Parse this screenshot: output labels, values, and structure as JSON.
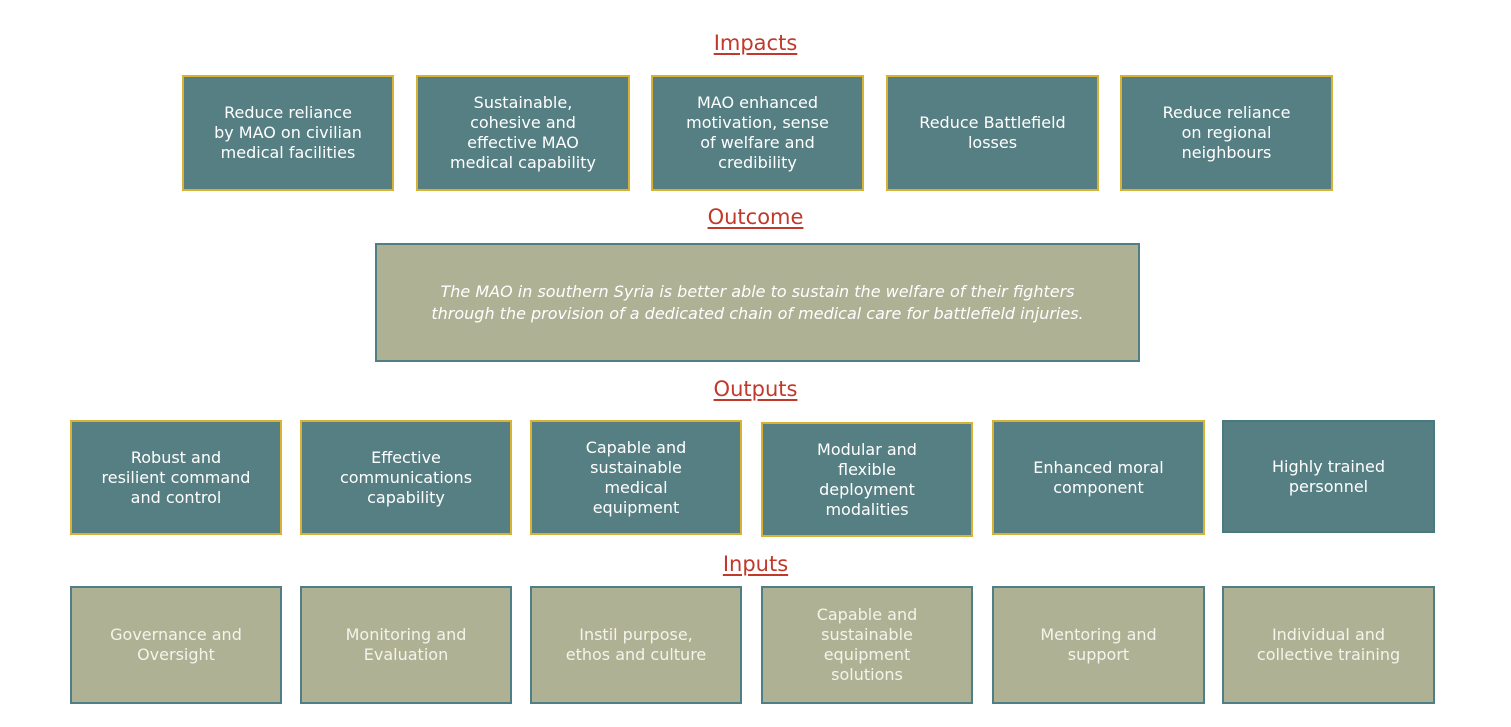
{
  "headings": {
    "impacts": "Impacts",
    "outcome": "Outcome",
    "outputs": "Outputs",
    "inputs": "Inputs"
  },
  "impacts": [
    "Reduce reliance\nby MAO on civilian\nmedical facilities",
    "Sustainable,\ncohesive and\neffective MAO\nmedical capability",
    "MAO enhanced\nmotivation, sense\nof welfare and\ncredibility",
    "Reduce Battlefield\nlosses",
    "Reduce reliance\non regional\nneighbours"
  ],
  "outcome": "The MAO in southern Syria is better able to sustain the welfare of their fighters\nthrough the provision of a dedicated chain of medical care for battlefield injuries.",
  "outputs": [
    "Robust and\nresilient command\nand control",
    "Effective\ncommunications\ncapability",
    "Capable and\nsustainable\nmedical\nequipment",
    "Modular and\nflexible\ndeployment\nmodalities",
    "Enhanced moral\ncomponent",
    "Highly trained\npersonnel"
  ],
  "inputs": [
    "Governance and\nOversight",
    "Monitoring and\nEvaluation",
    "Instil purpose,\nethos and culture",
    "Capable and\nsustainable\nequipment\nsolutions",
    "Mentoring and\nsupport",
    "Individual and\ncollective training"
  ],
  "colors": {
    "heading": "#c0392b",
    "teal_fill": "#567f84",
    "khaki_fill": "#afb195",
    "gold_border": "#d8b234"
  }
}
